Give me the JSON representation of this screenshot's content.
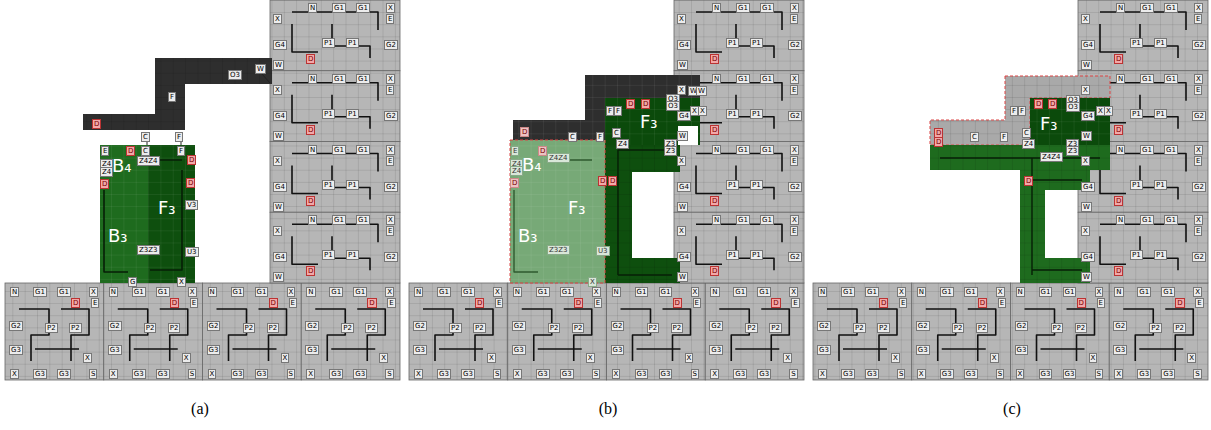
{
  "diagram": {
    "labels": [
      "N",
      "G1",
      "G1",
      "X",
      "D",
      "E",
      "G2",
      "P2",
      "P2",
      "G3",
      "X",
      "X",
      "G3",
      "G3",
      "S",
      "N",
      "G1",
      "G1",
      "X",
      "D",
      "E",
      "G2",
      "P2",
      "P2",
      "G3",
      "X",
      "X",
      "G3",
      "G3",
      "S",
      "N",
      "G1",
      "G1",
      "X",
      "D",
      "E",
      "G2",
      "P2",
      "P2",
      "G3",
      "X",
      "X",
      "G3",
      "G3",
      "S",
      "N",
      "G1",
      "G1",
      "X",
      "D",
      "E",
      "G2",
      "P2",
      "P2",
      "G3",
      "X",
      "X",
      "G3",
      "G3",
      "S",
      "N",
      "G1",
      "G1",
      "X",
      "X",
      "E",
      "G4",
      "G2",
      "D",
      "P1",
      "P1",
      "W",
      "N",
      "G1",
      "G1",
      "X",
      "X",
      "E",
      "G4",
      "G2",
      "D",
      "P1",
      "P1",
      "W",
      "N",
      "G1",
      "G1",
      "X",
      "X",
      "E",
      "G4",
      "G2",
      "D",
      "P1",
      "P1",
      "W",
      "N",
      "G1",
      "G1",
      "X",
      "X",
      "E",
      "G4",
      "G2",
      "D",
      "P1",
      "P1",
      "W",
      "O3",
      "W",
      "F",
      "D",
      "C",
      "F",
      "E",
      "D",
      "C",
      "F",
      "Z4Z4",
      "D",
      "Z4",
      "Z4",
      "D",
      "D",
      "V3",
      "Z3Z3",
      "U3",
      "G",
      "X",
      "B₄",
      "F₃",
      "B₃",
      "(a)",
      "N",
      "G1",
      "G1",
      "X",
      "D",
      "E",
      "G2",
      "P2",
      "P2",
      "G3",
      "X",
      "X",
      "G3",
      "G3",
      "S",
      "N",
      "G1",
      "G1",
      "X",
      "D",
      "E",
      "G2",
      "P2",
      "P2",
      "G3",
      "X",
      "X",
      "G3",
      "G3",
      "S",
      "N",
      "G1",
      "G1",
      "X",
      "D",
      "E",
      "G2",
      "P2",
      "P2",
      "G3",
      "X",
      "X",
      "G3",
      "G3",
      "S",
      "N",
      "G1",
      "G1",
      "X",
      "D",
      "E",
      "G2",
      "P2",
      "P2",
      "G3",
      "X",
      "X",
      "G3",
      "G3",
      "S",
      "N",
      "G1",
      "G1",
      "X",
      "X",
      "E",
      "G4",
      "G2",
      "D",
      "P1",
      "P1",
      "W",
      "N",
      "G1",
      "G1",
      "X",
      "X",
      "E",
      "G4",
      "G2",
      "D",
      "P1",
      "P1",
      "W",
      "N",
      "G1",
      "G1",
      "X",
      "X",
      "E",
      "G4",
      "G2",
      "D",
      "P1",
      "P1",
      "W",
      "N",
      "G1",
      "G1",
      "X",
      "X",
      "E",
      "G4",
      "G2",
      "D",
      "P1",
      "P1",
      "W",
      "F",
      "F",
      "D",
      "D",
      "O3",
      "O3",
      "W",
      "W",
      "X",
      "X",
      "C",
      "Z4",
      "Z3",
      "Z3",
      "C",
      "F",
      "D",
      "E",
      "D",
      "Z4Z4",
      "Z4",
      "Z4",
      "D",
      "D",
      "D",
      "U3",
      "Z3Z3",
      "X",
      "B₄",
      "F₃",
      "B₃",
      "F₃",
      "(b)",
      "N",
      "G1",
      "G1",
      "X",
      "D",
      "E",
      "G2",
      "P2",
      "P2",
      "G3",
      "X",
      "X",
      "G3",
      "G3",
      "S",
      "N",
      "G1",
      "G1",
      "X",
      "D",
      "E",
      "G2",
      "P2",
      "P2",
      "G3",
      "X",
      "X",
      "G3",
      "G3",
      "S",
      "N",
      "G1",
      "G1",
      "X",
      "D",
      "E",
      "G2",
      "P2",
      "P2",
      "G3",
      "X",
      "X",
      "G3",
      "G3",
      "S",
      "N",
      "G1",
      "G1",
      "X",
      "D",
      "E",
      "G2",
      "P2",
      "P2",
      "G3",
      "X",
      "X",
      "G3",
      "G3",
      "S",
      "N",
      "G1",
      "G1",
      "X",
      "X",
      "E",
      "G4",
      "G2",
      "D",
      "P1",
      "P1",
      "W",
      "N",
      "G1",
      "G1",
      "X",
      "X",
      "E",
      "G4",
      "G2",
      "D",
      "P1",
      "P1",
      "W",
      "N",
      "G1",
      "G1",
      "X",
      "X",
      "E",
      "G4",
      "G2",
      "D",
      "P1",
      "P1",
      "W",
      "N",
      "G1",
      "G1",
      "X",
      "X",
      "E",
      "G4",
      "G2",
      "D",
      "P1",
      "P1",
      "W",
      "F",
      "F",
      "D",
      "D",
      "O3",
      "O3",
      "X",
      "X",
      "C",
      "Z4",
      "Z3",
      "Z3",
      "D",
      "D",
      "C",
      "F",
      "Z4Z4",
      "D",
      "F₃",
      "(c)"
    ]
  }
}
